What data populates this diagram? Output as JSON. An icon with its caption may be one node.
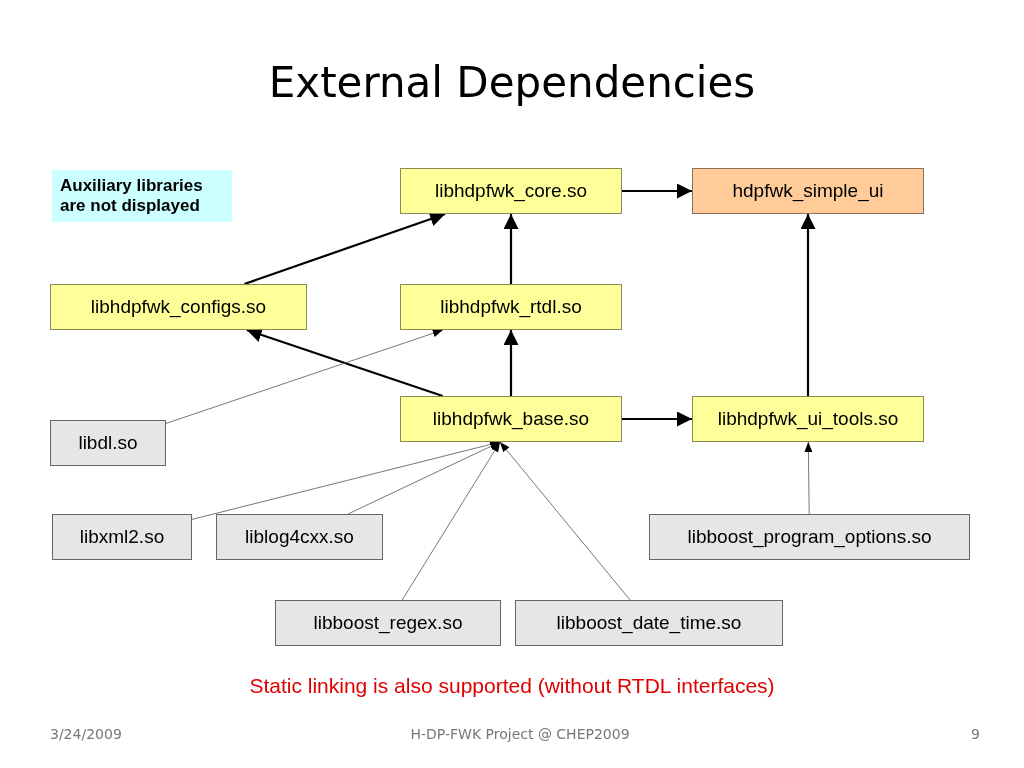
{
  "diagram": {
    "title": "External Dependencies",
    "caption": "Static linking is also supported (without RTDL interfaces)",
    "nodes": [
      {
        "text": [
          "Auxiliary libraries are not displayed"
        ]
      },
      {
        "text": [
          "libhdpfwk_core.so"
        ]
      },
      {
        "text": [
          "hdpfwk_simple_ui"
        ]
      },
      {
        "text": [
          "libhdpfwk_configs.so"
        ]
      },
      {
        "text": [
          "libhdpfwk_rtdl.so"
        ]
      },
      {
        "text": [
          "libdl.so"
        ]
      },
      {
        "text": [
          "libhdpfwk_base.so"
        ]
      },
      {
        "text": [
          "libhdpfwk_ui_tools.so"
        ]
      },
      {
        "text": [
          "libxml2.so"
        ]
      },
      {
        "text": [
          "liblog4cxx.so"
        ]
      },
      {
        "text": [
          "libboost_program_options.so"
        ]
      },
      {
        "text": [
          "libboost_regex.so"
        ]
      },
      {
        "text": [
          "libboost_date_time.so"
        ]
      }
    ],
    "edges": [
      {
        "from": 3,
        "to": 1,
        "arrow": "to"
      },
      {
        "from": 1,
        "to": 2,
        "arrow": "to"
      },
      {
        "from": 4,
        "to": 1,
        "arrow": "to"
      },
      {
        "from": 6,
        "to": 4,
        "arrow": "to"
      },
      {
        "from": 6,
        "to": 3,
        "arrow": "to"
      },
      {
        "from": 6,
        "to": 7,
        "arrow": "to"
      },
      {
        "from": 7,
        "to": 2,
        "arrow": "to"
      },
      {
        "from": 5,
        "to": 4,
        "arrow": "to",
        "color": "#555555"
      },
      {
        "from": 8,
        "to": 6,
        "arrow": "to",
        "color": "#555555"
      },
      {
        "from": 9,
        "to": 6,
        "arrow": "to",
        "color": "#555555"
      },
      {
        "from": 11,
        "to": 6,
        "arrow": "to",
        "color": "#555555"
      },
      {
        "from": 12,
        "to": 6,
        "arrow": "to",
        "color": "#555555"
      },
      {
        "from": 10,
        "to": 7,
        "arrow": "to",
        "color": "#555555"
      }
    ],
    "labels": [
      "3/24/2009",
      "H-DP-FWK Project @ CHEP2009",
      "9"
    ]
  }
}
